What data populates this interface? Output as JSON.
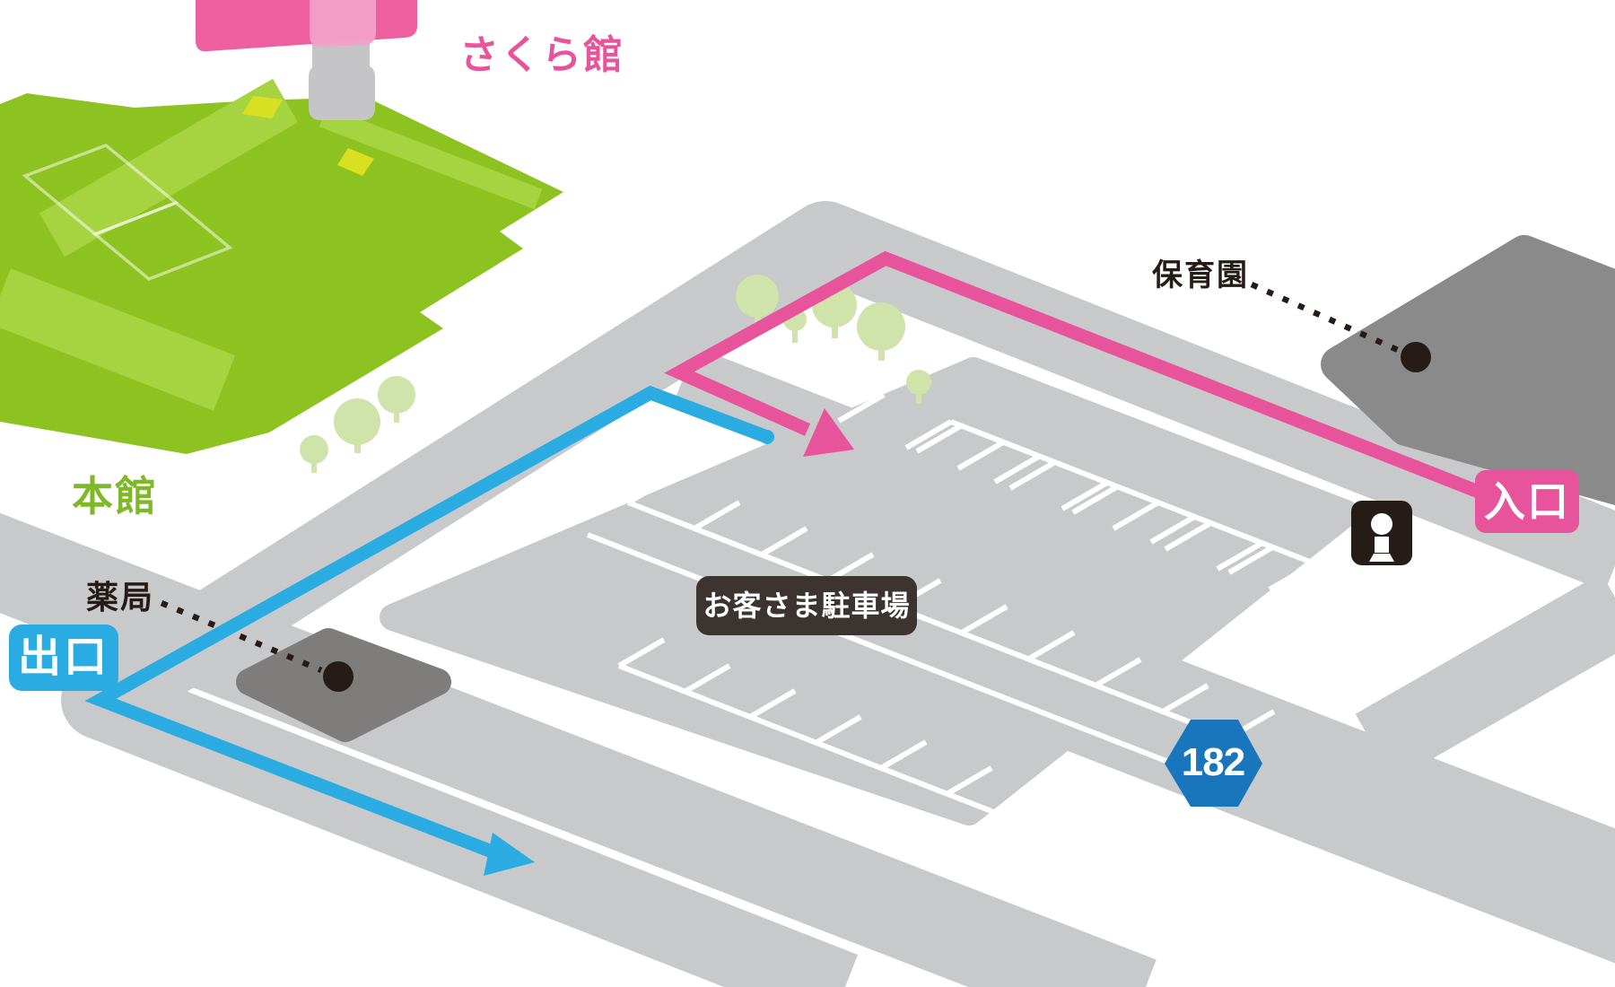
{
  "map": {
    "title": "facility-access-map",
    "labels": {
      "sakura_building": "さくら館",
      "main_building": "本館",
      "pharmacy": "薬局",
      "nursery_school": "保育園"
    },
    "badges": {
      "parking_lot": "お客さま駐車場",
      "entrance": "入口",
      "exit": "出口"
    },
    "route_sign": {
      "number": "182"
    },
    "icons": {
      "gate": "parking-gate-icon"
    },
    "colors": {
      "pink": "#e8549b",
      "blue": "#2aace2",
      "building_green": "#8cc320",
      "building_green_light": "#a6d440",
      "building_green_accent": "#d9e021",
      "label_green": "#7fb927",
      "road_gray": "#c8c9cb",
      "dark": "#251c18",
      "badge_dark_bg": "#3b3430",
      "route_sign_blue": "#1975bc",
      "tree_green": "#cfe3aa",
      "nursery_gray": "#8a8a8a",
      "pharmacy_gray": "#7f7c7c",
      "sakura_pink": "#ee5f9f",
      "sakura_pink_light": "#f2a0c8",
      "walkway_gray": "#c5c5c7"
    }
  }
}
